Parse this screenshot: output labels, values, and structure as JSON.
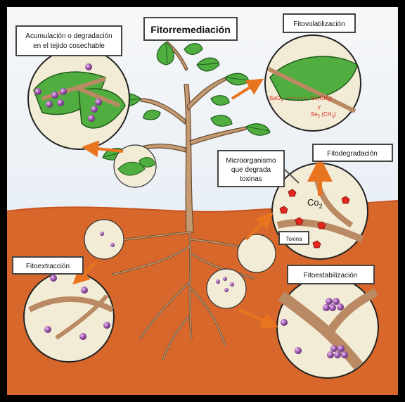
{
  "title": "Fitorremediación",
  "labels": {
    "accumulation_line1": "Acumulación o degradación",
    "accumulation_line2": "en el tejido cosechable",
    "volatilization": "Fitovolatilización",
    "degradation": "Fitodegradación",
    "microorganism_line1": "Microorganismo",
    "microorganism_line2": "que degrada",
    "microorganism_line3": "toxinas",
    "extraction": "Fitoextracción",
    "stabilization": "Fitoestabilización",
    "toxin": "Toxina",
    "co2": "Co",
    "co2_sub": "2"
  },
  "formulas": {
    "seo3": "SeO",
    "seo3_sub": "3",
    "se_ch3_2": "Se(CH",
    "se_ch3_2_sub": "3",
    "se_ch3_2_end": ")",
    "and": "y",
    "se2": "Se",
    "se2_sub": "2",
    "se2_ch3": " (CH",
    "se2_ch3_sub": "3",
    "se2_end": ")"
  },
  "colors": {
    "sky_top": "#f5f6f8",
    "sky_bottom": "#dfe9f3",
    "soil": "#d8672c",
    "soil_dark": "#c9531f",
    "leaf": "#4fae3f",
    "leaf_vein": "#1f5a1a",
    "stem": "#b98a63",
    "circle_fill": "#f2ecd6",
    "arrow_orange": "#e9741f",
    "particle": "#a35db3",
    "toxin_red": "#e4261f"
  }
}
